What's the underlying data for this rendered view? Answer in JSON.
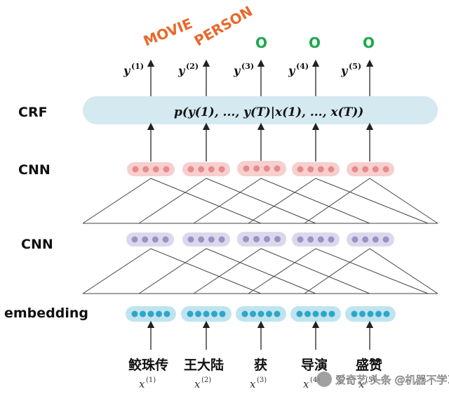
{
  "layers": {
    "crf": "CRF",
    "cnn_top": "CNN",
    "cnn_mid": "CNN",
    "embedding": "embedding"
  },
  "tags": [
    "MOVIE",
    "PERSON",
    "O",
    "O",
    "O"
  ],
  "tag_colors": {
    "entity": "#e8692c",
    "other": "#1aa84a"
  },
  "outputs": [
    {
      "var": "y",
      "sup": "(1)"
    },
    {
      "var": "y",
      "sup": "(2)"
    },
    {
      "var": "y",
      "sup": "(3)"
    },
    {
      "var": "y",
      "sup": "(4)"
    },
    {
      "var": "y",
      "sup": "(5)"
    }
  ],
  "crf_formula": "p(y(1), ..., y(T)|x(1), ..., x(T))",
  "words": [
    "鲛珠传",
    "王大陆",
    "获",
    "导演",
    "盛赞"
  ],
  "inputs": [
    {
      "var": "x",
      "sup": "(1)"
    },
    {
      "var": "x",
      "sup": "(2)"
    },
    {
      "var": "x",
      "sup": "(3)"
    },
    {
      "var": "x",
      "sup": "(4)"
    },
    {
      "var": "x",
      "sup": "(5)"
    }
  ],
  "colors": {
    "crf_bar": "#d5e9f1",
    "cnn_top_pill": "#f6cfcf",
    "cnn_top_dot": "#e98a8a",
    "cnn_mid_pill": "#dcd8ec",
    "cnn_mid_dot": "#9a92c7",
    "emb_pill": "#bfe4ef",
    "emb_dot": "#2ea6c7"
  },
  "watermark": "爱奇艺 头条 @机器不学习"
}
